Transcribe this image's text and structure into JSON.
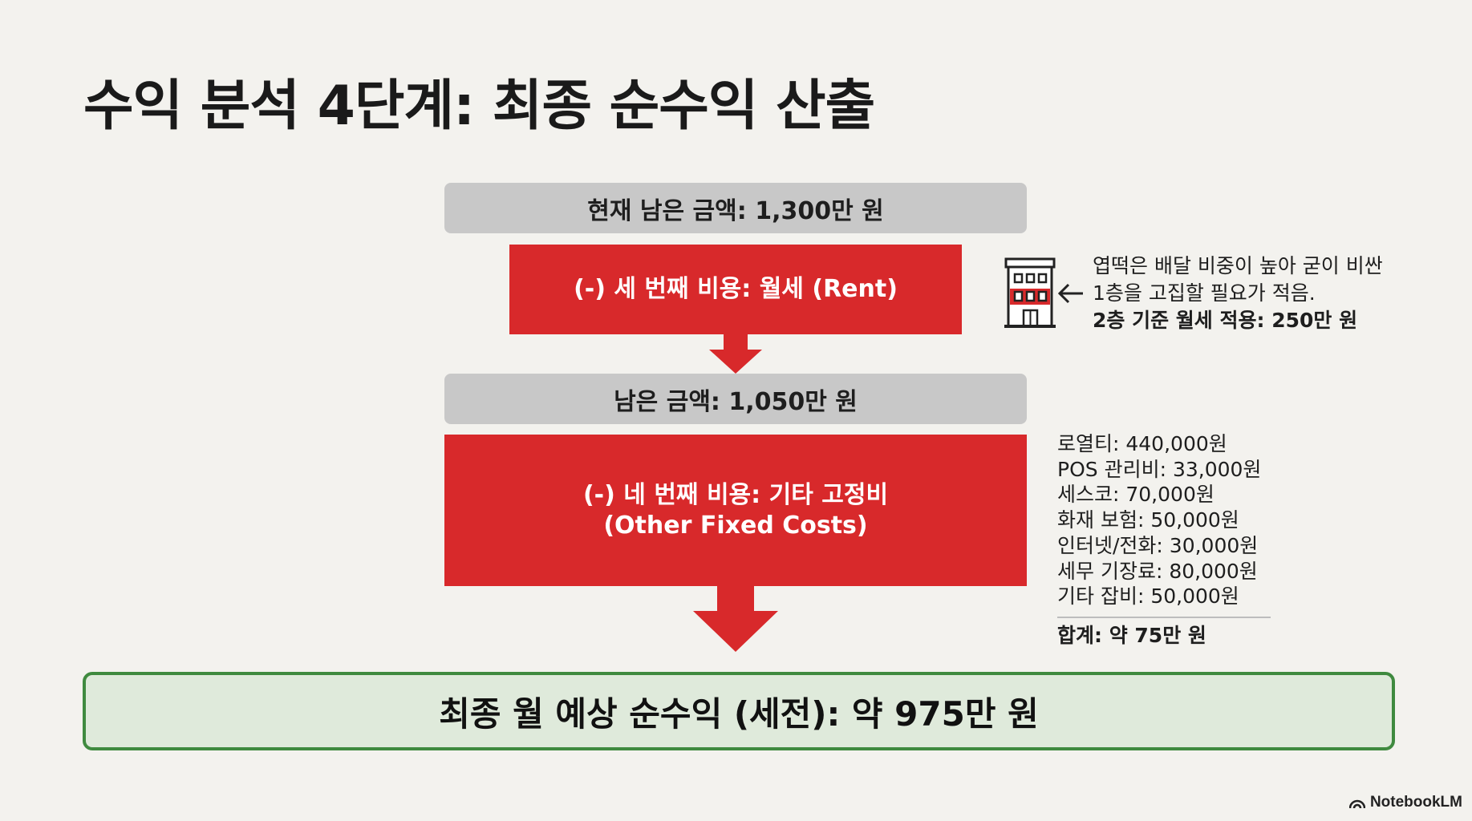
{
  "title": "수익 분석 4단계: 최종 순수익 산출",
  "step_current": "현재 남은 금액: 1,300만 원",
  "step_rent": "(-) 세 번째 비용: 월세 (Rent)",
  "rent_note": {
    "line1": "엽떡은 배달 비중이 높아 굳이 비싼",
    "line2": "1층을 고집할 필요가 적음.",
    "line3": "2층 기준 월세 적용: 250만 원",
    "icon": "building-icon"
  },
  "step_remaining": "남은 금액: 1,050만 원",
  "step_other": {
    "line1": "(-) 네 번째 비용: 기타 고정비",
    "line2": "(Other Fixed Costs)"
  },
  "other_costs": {
    "items": [
      "로열티: 440,000원",
      "POS 관리비: 33,000원",
      "세스코: 70,000원",
      "화재 보험: 50,000원",
      "인터넷/전화: 30,000원",
      "세무 기장료: 80,000원",
      "기타 잡비: 50,000원"
    ],
    "total": "합계: 약 75만 원"
  },
  "result": "최종 월 예상 순수익 (세전): 약 975만 원",
  "footer": "NotebookLM",
  "colors": {
    "background": "#f3f2ee",
    "gray": "#c8c8c8",
    "red": "#d8292b",
    "green_fill": "#dfeadb",
    "green_border": "#3f8a3f"
  }
}
